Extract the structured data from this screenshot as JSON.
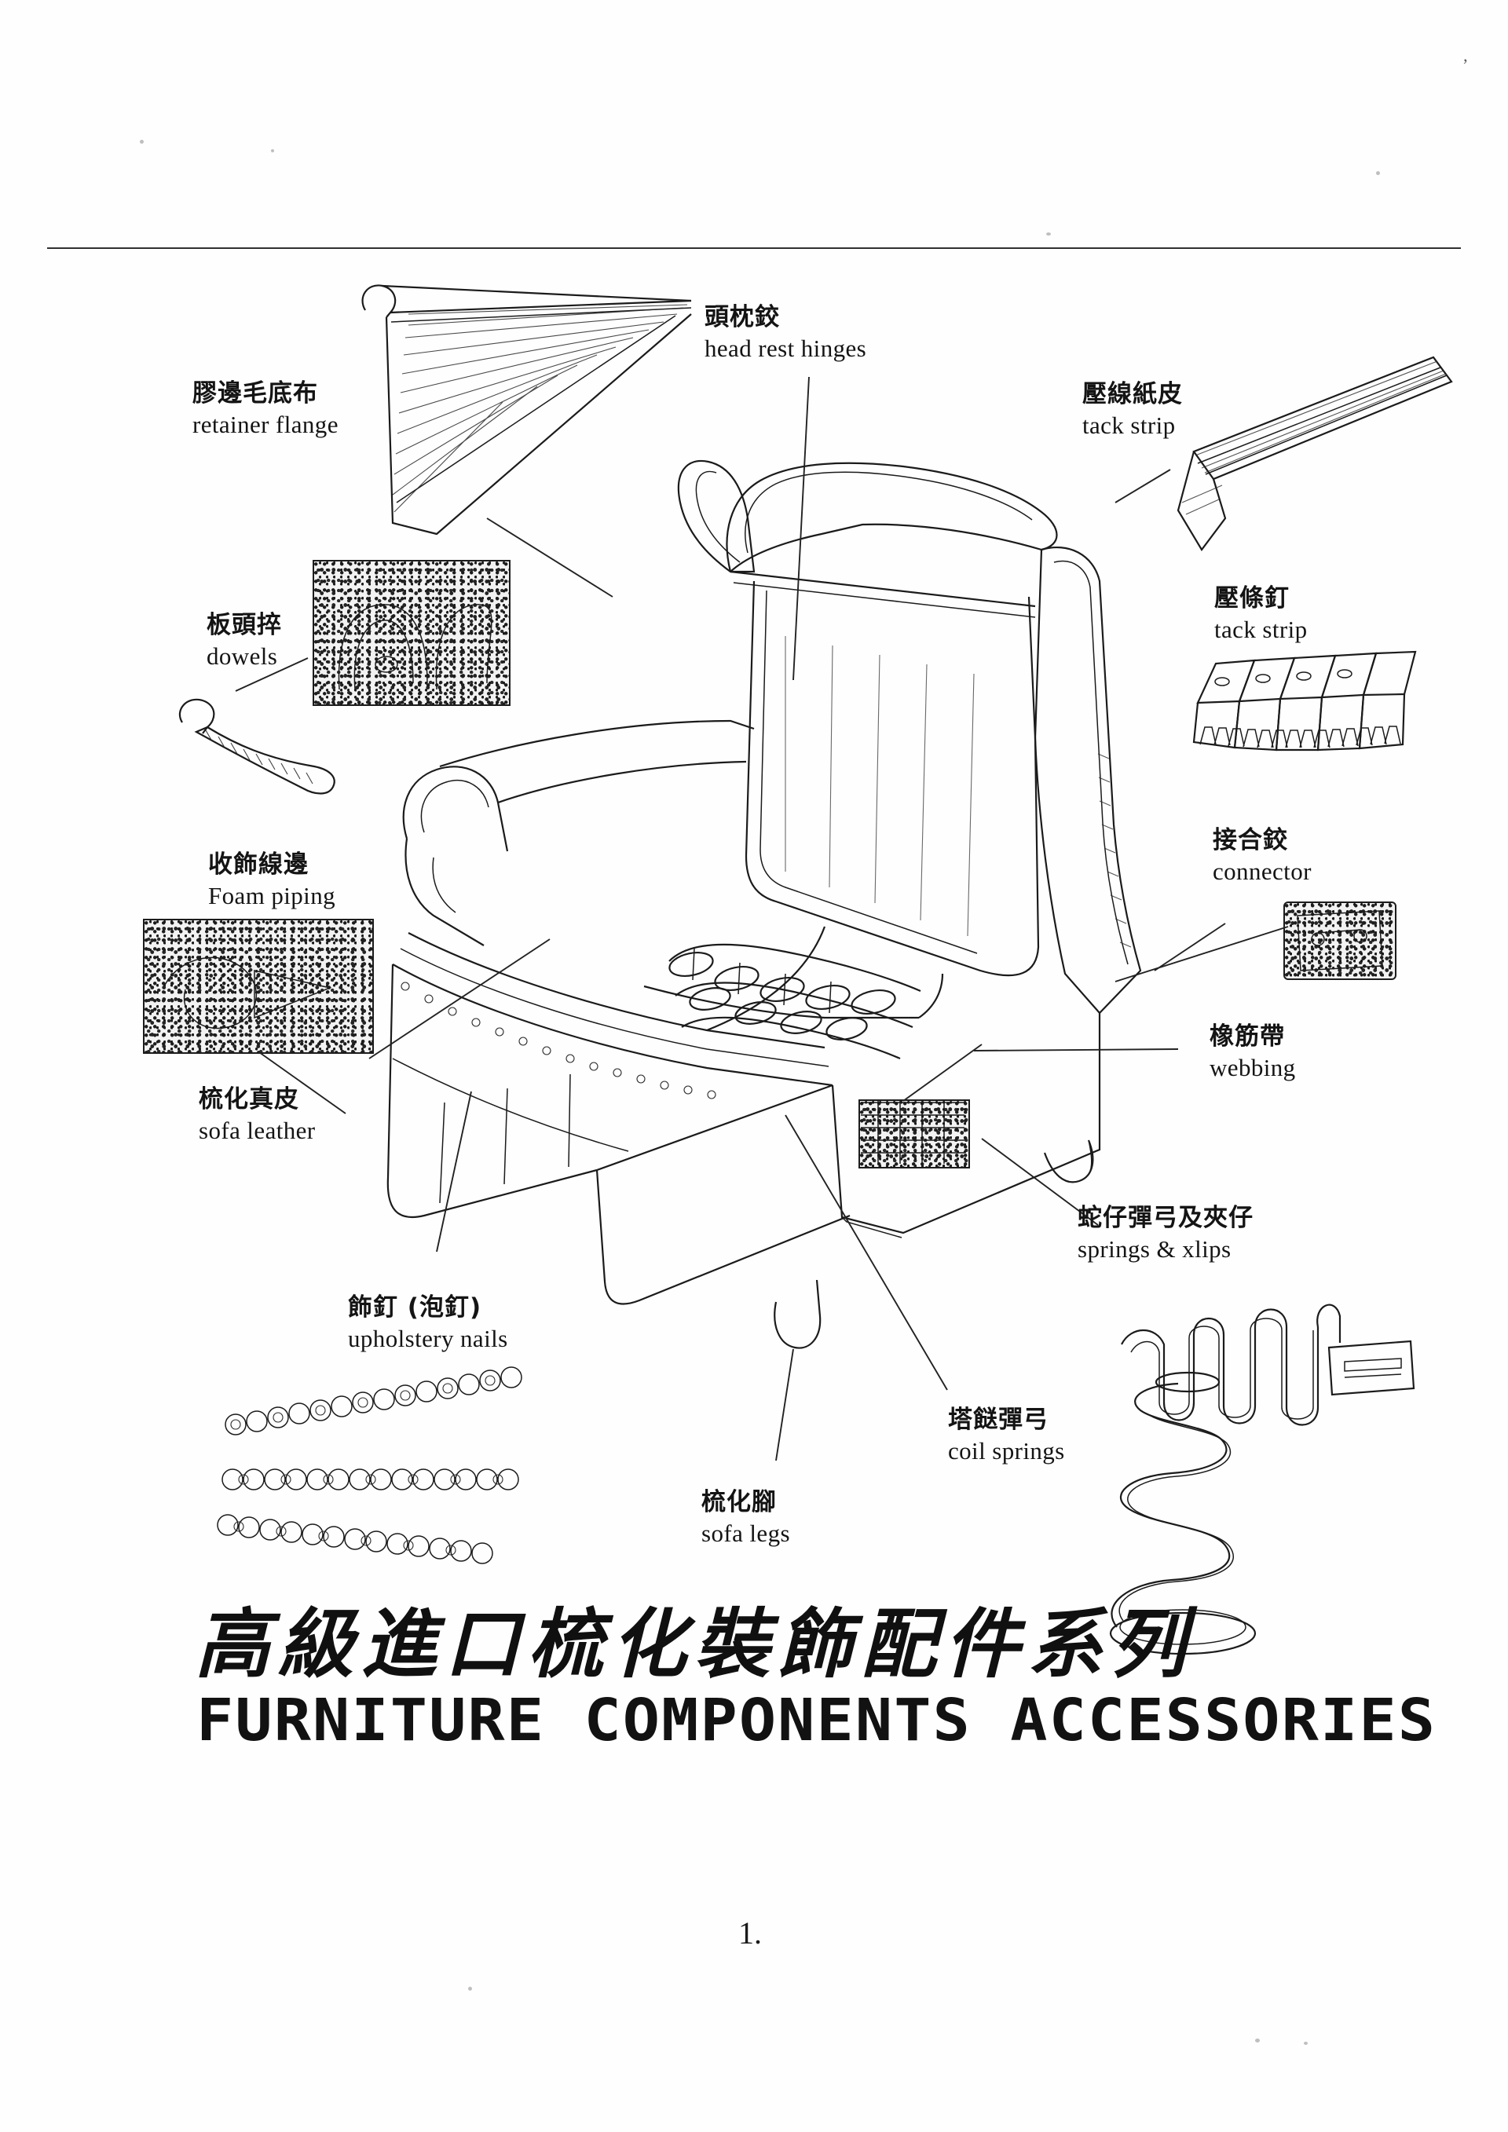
{
  "document": {
    "page_number": "1.",
    "title_cn": "高級進口梳化裝飾配件系列",
    "title_en": "FURNITURE COMPONENTS ACCESSORIES"
  },
  "labels": [
    {
      "id": "retainer-flange",
      "cn": "膠邊毛底布",
      "en": "retainer flange"
    },
    {
      "id": "head-rest-hinges",
      "cn": "頭枕鉸",
      "en": "head rest hinges"
    },
    {
      "id": "tack-strip-paper",
      "cn": "壓線紙皮",
      "en": "tack strip"
    },
    {
      "id": "tack-strip-metal",
      "cn": "壓條釘",
      "en": "tack strip"
    },
    {
      "id": "dowels",
      "cn": "板頭捽",
      "en": "dowels"
    },
    {
      "id": "foam-piping",
      "cn": "收飾線邊",
      "en": "Foam  piping"
    },
    {
      "id": "connector",
      "cn": "接合鉸",
      "en": "connector"
    },
    {
      "id": "webbing",
      "cn": "橡筋帶",
      "en": "webbing"
    },
    {
      "id": "sofa-leather",
      "cn": "梳化真皮",
      "en": "sofa leather"
    },
    {
      "id": "upholstery-nails",
      "cn": "飾釘 (泡釘)",
      "en": "upholstery nails"
    },
    {
      "id": "springs-xlips",
      "cn": "蛇仔彈弓及夾仔",
      "en": "springs & xlips"
    },
    {
      "id": "coil-springs",
      "cn": "塔餸彈弓",
      "en": "coil springs"
    },
    {
      "id": "sofa-legs",
      "cn": "梳化腳",
      "en": "sofa legs"
    }
  ],
  "illustration": {
    "subject": "wingback armchair cutaway",
    "ink_color": "#1b1b1b",
    "paper_color": "#fefefe"
  }
}
